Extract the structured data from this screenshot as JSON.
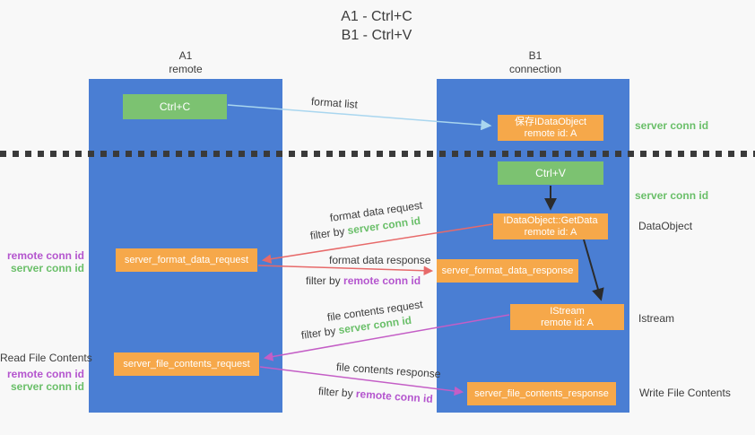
{
  "title": {
    "line1": "A1 - Ctrl+C",
    "line2": "B1 - Ctrl+V"
  },
  "lanes": {
    "a1": {
      "name": "A1",
      "role": "remote"
    },
    "b1": {
      "name": "B1",
      "role": "connection"
    }
  },
  "nodes": {
    "ctrl_c": "Ctrl+C",
    "ctrl_v": "Ctrl+V",
    "save_idataobject": {
      "line1": "保存IDataObject",
      "line2": "remote id: A"
    },
    "idataobject_getdata": {
      "line1": "IDataObject::GetData",
      "line2": "remote id: A"
    },
    "istream": {
      "line1": "IStream",
      "line2": "remote id: A"
    },
    "server_format_data_request": "server_format_data_request",
    "server_format_data_response": "server_format_data_response",
    "server_file_contents_request": "server_file_contents_request",
    "server_file_contents_response": "server_file_contents_response"
  },
  "edge_labels": {
    "format_list": "format list",
    "format_data_request": "format data request",
    "format_data_response": "format data response",
    "file_contents_request": "file contents request",
    "file_contents_response": "file contents response",
    "filter_by": "filter by",
    "server_conn_id": "server conn id",
    "remote_conn_id": "remote conn id"
  },
  "side_labels": {
    "server_conn_id": "server conn id",
    "remote_conn_id": "remote conn id",
    "data_object": "DataObject",
    "istream": "Istream",
    "read_file_contents": "Read File Contents",
    "write_file_contents": "Write File Contents"
  },
  "colors": {
    "lane_blue": "#4a7ed3",
    "node_green": "#7cc271",
    "node_orange": "#f6a84a",
    "arrow_red": "#e76a6a",
    "arrow_magenta": "#c45ec6",
    "arrow_blue": "#a9d6ef",
    "arrow_black": "#2b2b2b",
    "text_green": "#6abf69",
    "text_purple": "#b455ce",
    "text_dark": "#3c3c3c",
    "background": "#f8f8f8"
  }
}
